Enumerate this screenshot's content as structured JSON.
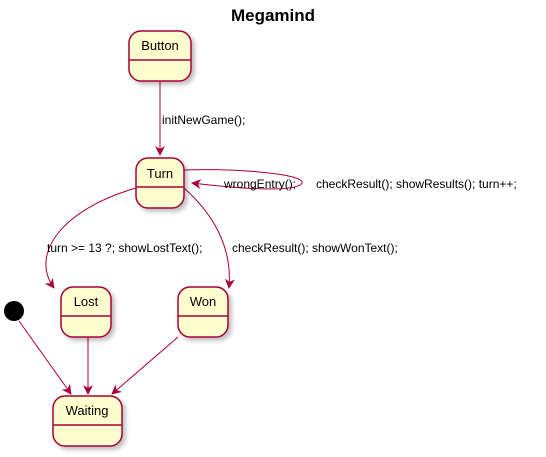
{
  "diagram": {
    "title": "Megamind",
    "states": {
      "button": "Button",
      "turn": "Turn",
      "lost": "Lost",
      "won": "Won",
      "waiting": "Waiting"
    },
    "transitions": {
      "button_to_turn": "initNewGame();",
      "turn_self": "wrongEntry();",
      "turn_self_extra": "checkResult(); showResults(); turn++;",
      "turn_to_lost": "turn >= 13 ?; showLostText();",
      "turn_to_won": "checkResult(); showWonText();"
    },
    "colors": {
      "state_fill": "#FEFECE",
      "state_border": "#A80036",
      "edge": "#A80036",
      "start_node": "#000000"
    }
  }
}
